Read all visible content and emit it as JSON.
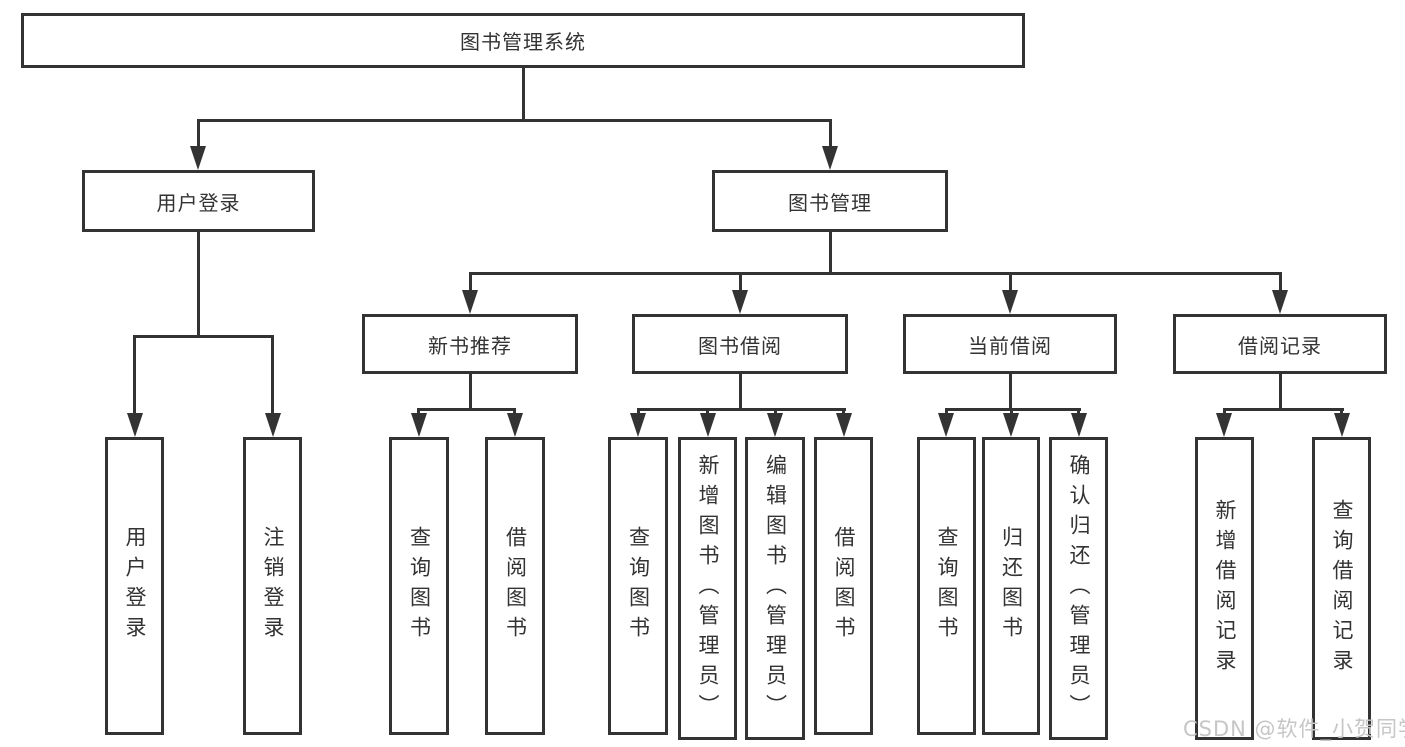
{
  "colors": {
    "background": "#ffffff",
    "line": "#333333",
    "text": "#333333",
    "watermark_text_color": "#c6c6c6"
  },
  "watermark": "CSDN @软件_小贺同学",
  "tree": {
    "label": "图书管理系统",
    "children": [
      {
        "label": "用户登录",
        "children": [
          {
            "label": "用户登录"
          },
          {
            "label": "注销登录"
          }
        ]
      },
      {
        "label": "图书管理",
        "children": [
          {
            "label": "新书推荐",
            "children": [
              {
                "label": "查询图书"
              },
              {
                "label": "借阅图书"
              }
            ]
          },
          {
            "label": "图书借阅",
            "children": [
              {
                "label": "查询图书"
              },
              {
                "label": "新增图书（管理员）"
              },
              {
                "label": "编辑图书（管理员）"
              },
              {
                "label": "借阅图书"
              }
            ]
          },
          {
            "label": "当前借阅",
            "children": [
              {
                "label": "查询图书"
              },
              {
                "label": "归还图书"
              },
              {
                "label": "确认归还（管理员）"
              }
            ]
          },
          {
            "label": "借阅记录",
            "children": [
              {
                "label": "新增借阅记录"
              },
              {
                "label": "查询借阅记录"
              }
            ]
          }
        ]
      }
    ]
  }
}
